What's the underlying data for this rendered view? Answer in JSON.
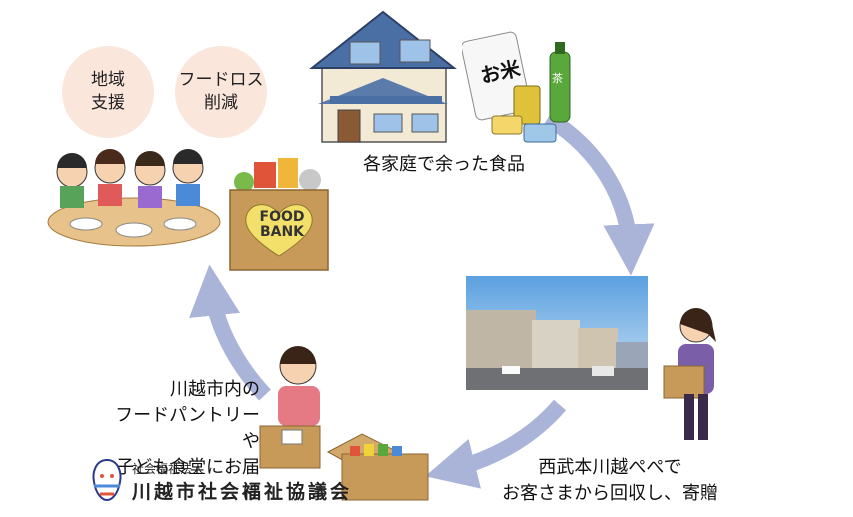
{
  "bubbles": [
    {
      "line1": "地域",
      "line2": "支援"
    },
    {
      "line1": "フードロス",
      "line2": "削減"
    }
  ],
  "captions": {
    "households": "各家庭で余った食品",
    "station_line1": "西武本川越ぺぺで",
    "station_line2": "お客さまから回収し、寄贈",
    "delivery_line1": "川越市内の",
    "delivery_line2": "フードパントリーや",
    "delivery_line3": "子ども食堂にお届け"
  },
  "foodbank_box": {
    "line1": "FOOD",
    "line2": "BANK"
  },
  "rice_bag_label": "お米",
  "tea_label": "茶",
  "organization": {
    "type": "社会福祉法人",
    "name": "川越市社会福祉協議会"
  },
  "colors": {
    "arrow": "#a9b4d8",
    "bubble": "#fbe6dc",
    "box": "#c89a5a",
    "heart": "#f3e06a"
  }
}
